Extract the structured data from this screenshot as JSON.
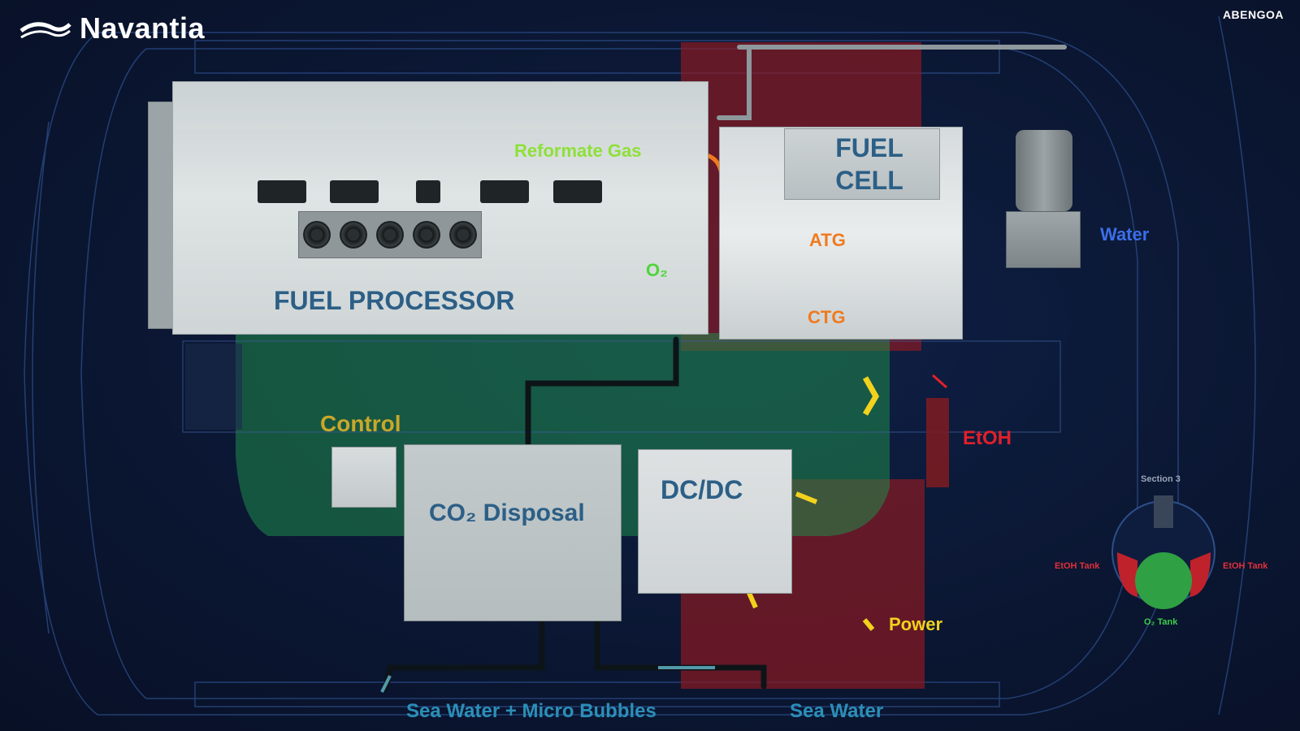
{
  "header": {
    "brand": "Navantia",
    "partner": "ABENGOA",
    "logo_icon": "navantia-wave-logo-icon"
  },
  "components": {
    "fuel_processor": "FUEL PROCESSOR",
    "fuel_cell": "FUEL CELL",
    "co2_disposal": "CO₂ Disposal",
    "dcdc": "DC/DC"
  },
  "flows": {
    "reformate_gas": "Reformate Gas",
    "o2": "O₂",
    "atg": "ATG",
    "ctg": "CTG",
    "water": "Water",
    "control": "Control",
    "etoh": "EtOH",
    "power": "Power",
    "sea_water_micro_bubbles": "Sea Water + Micro Bubbles",
    "sea_water": "Sea Water"
  },
  "inset": {
    "section": "Section 3",
    "etoh_tank_left": "EtOH Tank",
    "etoh_tank_right": "EtOH Tank",
    "o2_tank": "O₂ Tank"
  },
  "colors": {
    "background": "#0b1733",
    "o2_zone": "#1f8a4a",
    "etoh_zone": "#8a1a22",
    "label_blue": "#2c5f86",
    "reformate": "#8ee03a",
    "tg_orange": "#f07a1e",
    "power_yellow": "#f2d21c",
    "sea_water_cyan": "#2b8fb8"
  }
}
